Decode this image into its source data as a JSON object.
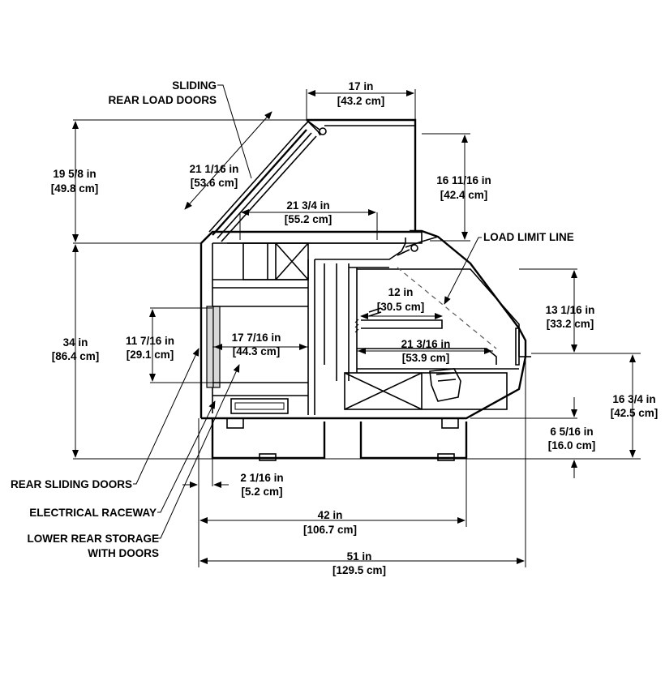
{
  "callouts": {
    "sliding_rear_load_doors": [
      "SLIDING",
      "REAR LOAD DOORS"
    ],
    "load_limit_line": "LOAD LIMIT LINE",
    "rear_sliding_doors": "REAR SLIDING DOORS",
    "electrical_raceway": "ELECTRICAL RACEWAY",
    "lower_rear_storage": [
      "LOWER REAR STORAGE",
      "WITH DOORS"
    ]
  },
  "dimensions": {
    "top_depth": {
      "imperial": "17 in",
      "metric": "[43.2 cm]"
    },
    "glass_height": {
      "imperial": "19 5/8 in",
      "metric": "[49.8 cm]"
    },
    "door_length": {
      "imperial": "21 1/16 in",
      "metric": "[53.6 cm]"
    },
    "inner_top_width": {
      "imperial": "21 3/4 in",
      "metric": "[55.2 cm]"
    },
    "front_glass": {
      "imperial": "16 11/16 in",
      "metric": "[42.4 cm]"
    },
    "shelf_depth": {
      "imperial": "12 in",
      "metric": "[30.5 cm]"
    },
    "deck_height": {
      "imperial": "13 1/16 in",
      "metric": "[33.2 cm]"
    },
    "counter_height": {
      "imperial": "34 in",
      "metric": "[86.4 cm]"
    },
    "storage_height": {
      "imperial": "11 7/16 in",
      "metric": "[29.1 cm]"
    },
    "storage_depth": {
      "imperial": "17 7/16 in",
      "metric": "[44.3 cm]"
    },
    "deck_depth": {
      "imperial": "21 3/16 in",
      "metric": "[53.9 cm]"
    },
    "front_height": {
      "imperial": "16 3/4 in",
      "metric": "[42.5 cm]"
    },
    "base_height": {
      "imperial": "6 5/16 in",
      "metric": "[16.0 cm]"
    },
    "rear_offset": {
      "imperial": "2 1/16 in",
      "metric": "[5.2 cm]"
    },
    "base_depth": {
      "imperial": "42 in",
      "metric": "[106.7 cm]"
    },
    "overall_depth": {
      "imperial": "51 in",
      "metric": "[129.5 cm]"
    }
  }
}
